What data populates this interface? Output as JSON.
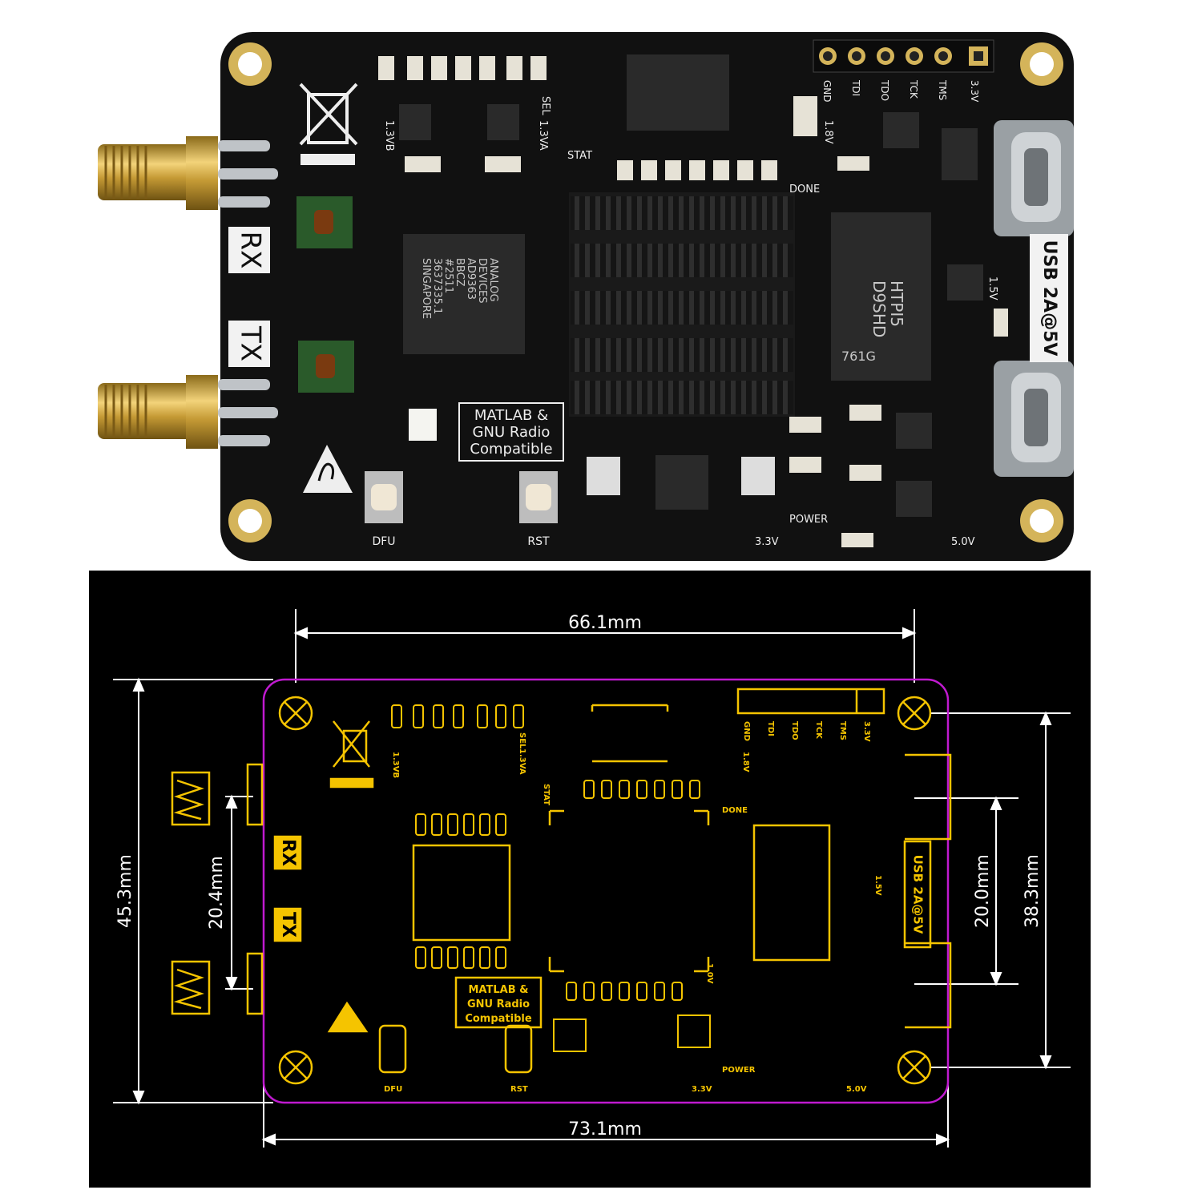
{
  "photo": {
    "labels": {
      "rx": "RX",
      "tx": "TX",
      "chip_text": [
        "ANALOG",
        "DEVICES",
        "AD9363",
        "BBCZ",
        "#2511",
        "3637335.1",
        "SINGAPORE"
      ],
      "sel": "SEL",
      "v13b": "1.3VB",
      "v13a": "1.3VA",
      "stat": "STAT",
      "done": "DONE",
      "power": "POWER",
      "dfu": "DFU",
      "rst": "RST",
      "v33": "3.3V",
      "v50": "5.0V",
      "v18": "1.8V",
      "v15": "1.5V",
      "usb": "USB 2A@5V",
      "compat": [
        "MATLAB &",
        "GNU Radio",
        "Compatible"
      ],
      "ram_text": [
        "HTPI5",
        "D9SHD",
        "761G"
      ],
      "jtag": [
        "GND",
        "TDI",
        "TDO",
        "TCK",
        "TMS",
        "3.3V"
      ]
    }
  },
  "drawing": {
    "dimensions": {
      "width_hole": "66.1mm",
      "width_total": "73.1mm",
      "height_total": "45.3mm",
      "sma_pitch": "20.4mm",
      "usb_pitch": "20.0mm",
      "height_hole": "38.3mm"
    },
    "labels": {
      "rx": "RX",
      "tx": "TX",
      "sel": "SEL",
      "v13b": "1.3VB",
      "v13a": "1.3VA",
      "stat": "STAT",
      "done": "DONE",
      "power": "POWER",
      "dfu": "DFU",
      "rst": "RST",
      "v33": "3.3V",
      "v50": "5.0V",
      "v18": "1.8V",
      "v15": "1.5V",
      "v10": "1.0V",
      "usb": "USB 2A@5V",
      "compat": [
        "MATLAB &",
        "GNU Radio",
        "Compatible"
      ],
      "jtag": [
        "GND",
        "TDI",
        "TDO",
        "TCK",
        "TMS",
        "3.3V"
      ]
    }
  },
  "colors": {
    "board": "#121212",
    "gold": "#c9a23a",
    "silk": "#f2f2f2",
    "outline_yellow": "#f5c400",
    "outline_magenta": "#c01ad0",
    "dimension": "#ffffff"
  }
}
